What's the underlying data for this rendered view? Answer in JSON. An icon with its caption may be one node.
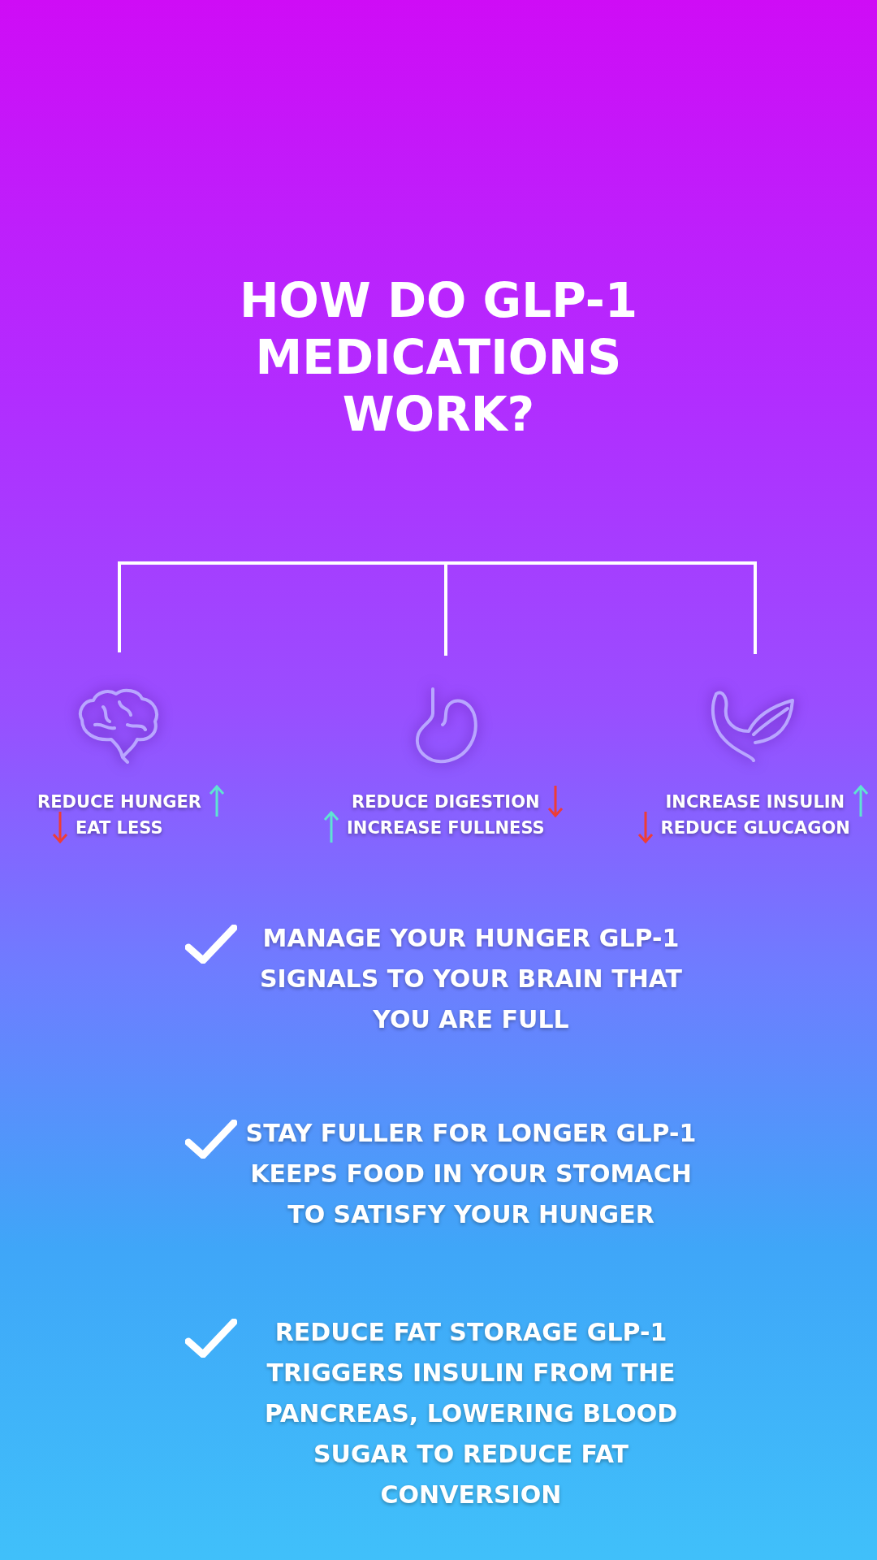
{
  "diagram": {
    "title": "HOW DO GLP-1 MEDICATIONS WORK?",
    "nodes": [
      {
        "text": [
          "REDUCE HUNGER",
          "EAT LESS"
        ]
      },
      {
        "text": [
          "REDUCE DIGESTION",
          "INCREASE FULLNESS"
        ]
      },
      {
        "text": [
          "INCREASE INSULIN",
          "REDUCE GLUCAGON"
        ]
      }
    ],
    "labels": [
      "MANAGE YOUR HUNGER GLP-1 SIGNALS TO YOUR BRAIN THAT YOU ARE FULL",
      "STAY FULLER FOR LONGER GLP-1 KEEPS FOOD IN YOUR STOMACH TO SATISFY YOUR HUNGER",
      "REDUCE FAT STORAGE GLP-1 TRIGGERS INSULIN FROM THE PANCREAS, LOWERING BLOOD SUGAR TO REDUCE FAT CONVERSION"
    ]
  }
}
